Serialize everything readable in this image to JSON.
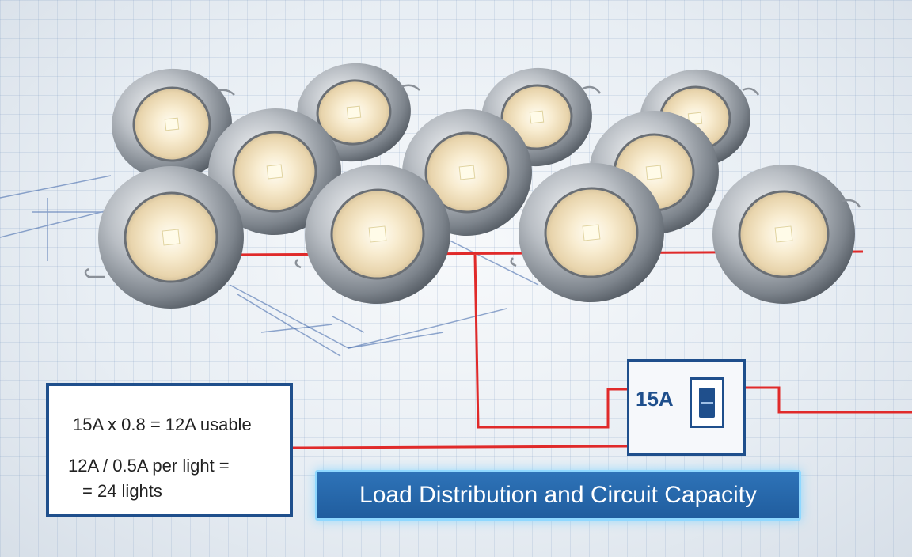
{
  "calculation": {
    "line1": "15A x 0.8 = 12A usable",
    "line2": "12A / 0.5A per light =",
    "line3": "= 24 lights"
  },
  "breaker": {
    "label": "15A",
    "icon": "circuit-breaker-icon"
  },
  "banner": {
    "title": "Load Distribution and Circuit Capacity"
  },
  "colors": {
    "wire": "#e02a2a",
    "accent": "#1f4f8c",
    "banner": "#2b6cb0"
  }
}
